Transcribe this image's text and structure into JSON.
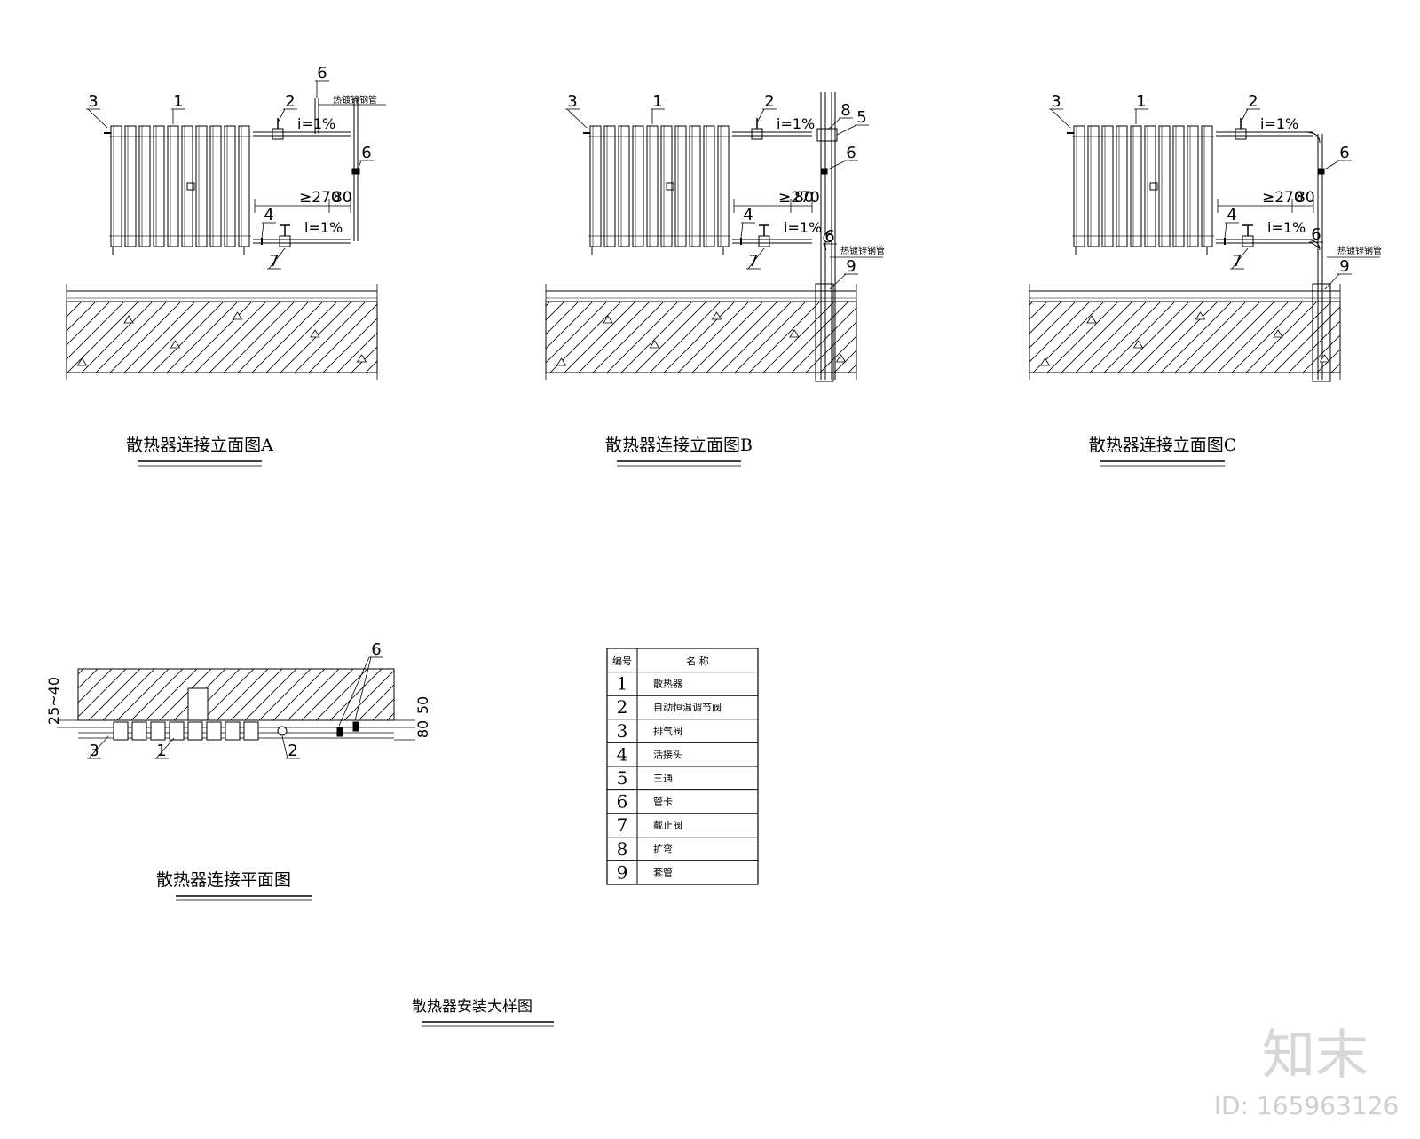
{
  "elevations": [
    {
      "title": "散热器连接立面图A",
      "callouts": [
        "3",
        "1",
        "2",
        "6",
        "6",
        "4",
        "7"
      ],
      "slope_top": "i=1%",
      "slope_bottom": "i=1%",
      "dim_main": "≥270",
      "dim_side": "80",
      "pipe_note": "热镀锌钢管"
    },
    {
      "title": "散热器连接立面图B",
      "callouts": [
        "3",
        "1",
        "2",
        "8",
        "5",
        "6",
        "4",
        "7",
        "6",
        "9"
      ],
      "slope_top": "i=1%",
      "slope_bottom": "i=1%",
      "dim_main": "≥270",
      "dim_side": "80",
      "pipe_note": "热镀锌钢管"
    },
    {
      "title": "散热器连接立面图C",
      "callouts": [
        "3",
        "1",
        "2",
        "6",
        "4",
        "7",
        "6",
        "9"
      ],
      "slope_top": "i=1%",
      "slope_bottom": "i=1%",
      "dim_main": "≥270",
      "dim_side": "80",
      "pipe_note": "热镀锌钢管"
    }
  ],
  "plan": {
    "title": "散热器连接平面图",
    "callouts": [
      "6",
      "3",
      "1",
      "2"
    ],
    "dim_left": "25~40",
    "dim_right_top": "50",
    "dim_right_bottom": "80"
  },
  "main_title": "散热器安装大样图",
  "legend": {
    "header_no": "编号",
    "header_name": "名 称",
    "rows": [
      {
        "no": "1",
        "name": "散热器"
      },
      {
        "no": "2",
        "name": "自动恒温调节阀"
      },
      {
        "no": "3",
        "name": "排气阀"
      },
      {
        "no": "4",
        "name": "活接头"
      },
      {
        "no": "5",
        "name": "三通"
      },
      {
        "no": "6",
        "name": "管卡"
      },
      {
        "no": "7",
        "name": "截止阀"
      },
      {
        "no": "8",
        "name": "扩弯"
      },
      {
        "no": "9",
        "name": "套管"
      }
    ]
  },
  "watermark": {
    "logo": "知末",
    "id": "ID: 165963126"
  }
}
